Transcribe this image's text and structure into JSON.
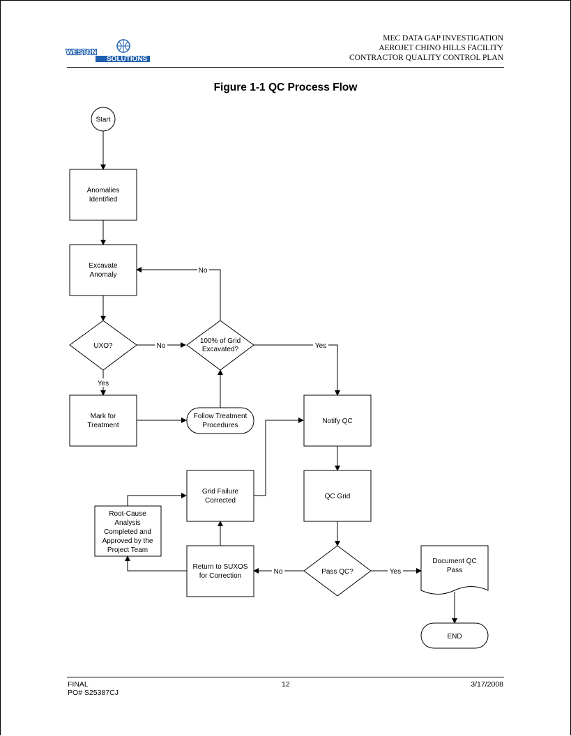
{
  "header": {
    "logo_name": "WESTON",
    "logo_sub": "SOLUTIONS",
    "line1": "MEC DATA GAP INVESTIGATION",
    "line2": "AEROJET CHINO HILLS FACILITY",
    "line3": "CONTRACTOR QUALITY CONTROL PLAN"
  },
  "figure_title": "Figure 1-1  QC Process Flow",
  "nodes": {
    "start": "Start",
    "anomalies_1": "Anomalies",
    "anomalies_2": "Identified",
    "excavate_1": "Excavate",
    "excavate_2": "Anomaly",
    "uxo": "UXO?",
    "grid_excavated_1": "100% of Grid",
    "grid_excavated_2": "Excavated?",
    "mark_1": "Mark for",
    "mark_2": "Treatment",
    "follow_1": "Follow Treatment",
    "follow_2": "Procedures",
    "notify": "Notify QC",
    "qc_grid": "QC Grid",
    "grid_failure_1": "Grid Failure",
    "grid_failure_2": "Corrected",
    "root_1": "Root-Cause",
    "root_2": "Analysis",
    "root_3": "Completed and",
    "root_4": "Approved by the",
    "root_5": "Project Team",
    "return_1": "Return to SUXOS",
    "return_2": "for Correction",
    "pass_qc": "Pass QC?",
    "document_1": "Document QC",
    "document_2": "Pass",
    "end": "END"
  },
  "labels": {
    "no_top": "No",
    "no_uxo": "No",
    "yes_uxo": "Yes",
    "yes_grid": "Yes",
    "no_pass": "No",
    "yes_pass": "Yes"
  },
  "footer": {
    "status": "FINAL",
    "po": "PO# S25387CJ",
    "page": "12",
    "date": "3/17/2008"
  },
  "colors": {
    "logo_blue": "#1f5fae"
  }
}
